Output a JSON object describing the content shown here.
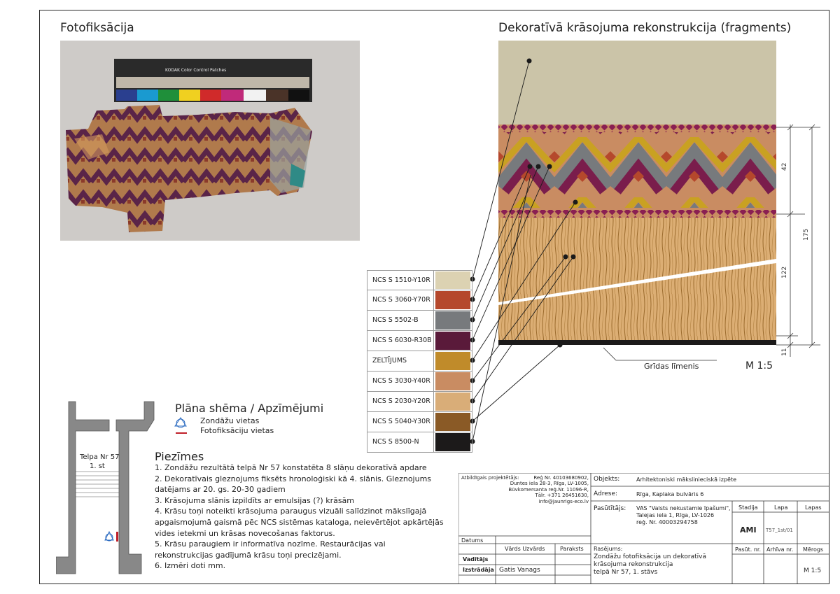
{
  "titles": {
    "photo": "Fotofiksācija",
    "reconstruction": "Dekoratīvā krāsojuma rekonstrukcija (fragments)"
  },
  "photo_strip": {
    "brand": "KODAK Color Control Patches",
    "patch_labels": [
      "Blue",
      "Cyan",
      "Green",
      "Yellow",
      "Red",
      "Magenta",
      "White",
      "3/Color",
      "Black"
    ]
  },
  "swatches": [
    {
      "label": "NCS S 1510-Y10R",
      "color": "#dcd2b2"
    },
    {
      "label": "NCS S 3060-Y70R",
      "color": "#b5482c"
    },
    {
      "label": "NCS S 5502-B",
      "color": "#777a7d"
    },
    {
      "label": "NCS S 6030-R30B",
      "color": "#5a1a3a"
    },
    {
      "label": "ZELTĪJUMS",
      "color": "#c08b2a"
    },
    {
      "label": "NCS S 3030-Y40R",
      "color": "#c98c62"
    },
    {
      "label": "NCS S 2030-Y20R",
      "color": "#d9ad78"
    },
    {
      "label": "NCS S 5040-Y30R",
      "color": "#8a5a26"
    },
    {
      "label": "NCS S 8500-N",
      "color": "#1c1a1a"
    }
  ],
  "recon_colors": {
    "top": "#cbc4a8",
    "band": "#c98c62",
    "beads": "#8a1f52",
    "grey": "#777a7d",
    "gold": "#c9a21e",
    "maroon": "#7a1d4c",
    "rust": "#b5482c",
    "lower": "#d9ad78",
    "wood": "#9a6a2c",
    "floor": "#1c1a1a"
  },
  "dimensions": {
    "d42": "42",
    "d175": "175",
    "d122": "122",
    "d11": "11"
  },
  "floor_label": "Grīdas līmenis",
  "scale": "M 1:5",
  "legend": {
    "title": "Plāna shēma / Apzīmējumi",
    "items": [
      "Zondāžu vietas",
      "Fotofiksāciju vietas"
    ]
  },
  "plan": {
    "room": "Telpa Nr 57",
    "floor": "1. st"
  },
  "notes": {
    "title": "Piezīmes",
    "lines": [
      "1. Zondāžu rezultātā telpā Nr 57 konstatēta 8 slāņu dekoratīvā apdare",
      "2. Dekoratīvais gleznojums fiksēts hronoloģiski kā 4. slānis. Gleznojums",
      "datējams ar 20. gs. 20-30 gadiem",
      "3. Krāsojuma slānis izpildīts ar emulsijas (?) krāsām",
      "4. Krāsu toņi noteikti krāsojuma paraugus vizuāli salīdzinot mākslīgajā",
      "apgaismojumā gaismā pēc NCS sistēmas kataloga, neievērtējot apkārtējās",
      "vides ietekmi un krāsas novecošanas faktorus.",
      "5. Krāsu paraugiem ir informatīva nozīme. Restaurācijas vai",
      "rekonstrukcijas gadījumā krāsu toņi precizējami.",
      "6. Izmēri doti mm."
    ]
  },
  "titleblock": {
    "resp_label": "Atbildīgais projektētājs:",
    "resp_lines": [
      "Reģ Nr. 40103680902,",
      "Duntes iela 28-3, Rīga, LV-1005,",
      "Būvkomersanta reģ.Nr. 11096-R,",
      "Tālr. +371 26451630,",
      "info@jaunrigs-eco.lv"
    ],
    "object_label": "Objekts:",
    "object": "Arhitektoniski mākslinieciskā izpēte",
    "address_label": "Adrese:",
    "address": "Rīga, Kaplaka bulvāris 6",
    "client_label": "Pasūtītājs:",
    "client_lines": [
      "VAS \"Valsts nekustamie īpašumi\",",
      "Talejas iela 1, Rīga, LV-1026",
      "reģ. Nr. 40003294758"
    ],
    "stadija_label": "Stadija",
    "lapa_label": "Lapa",
    "lapas_label": "Lapas",
    "stadija": "AMI",
    "lapa": "T57_1st/01",
    "datums_label": "Datums",
    "name_col": "Vārds Uzvārds",
    "sign_col": "Paraksts",
    "vaditajs": "Vadītājs",
    "izstradaja": "Izstrādāja",
    "author": "Gatis Vanags",
    "drawing_label": "Rasējums:",
    "drawing_lines": [
      "Zondāžu fotofiksācija un dekoratīvā",
      "krāsojuma rekonstrukcija",
      "telpā Nr 57, 1. stāvs"
    ],
    "pasut_label": "Pasūt. nr.",
    "arhiva_label": "Arhīva nr.",
    "merogs_label": "Mērogs",
    "merogs": "M 1:5"
  }
}
